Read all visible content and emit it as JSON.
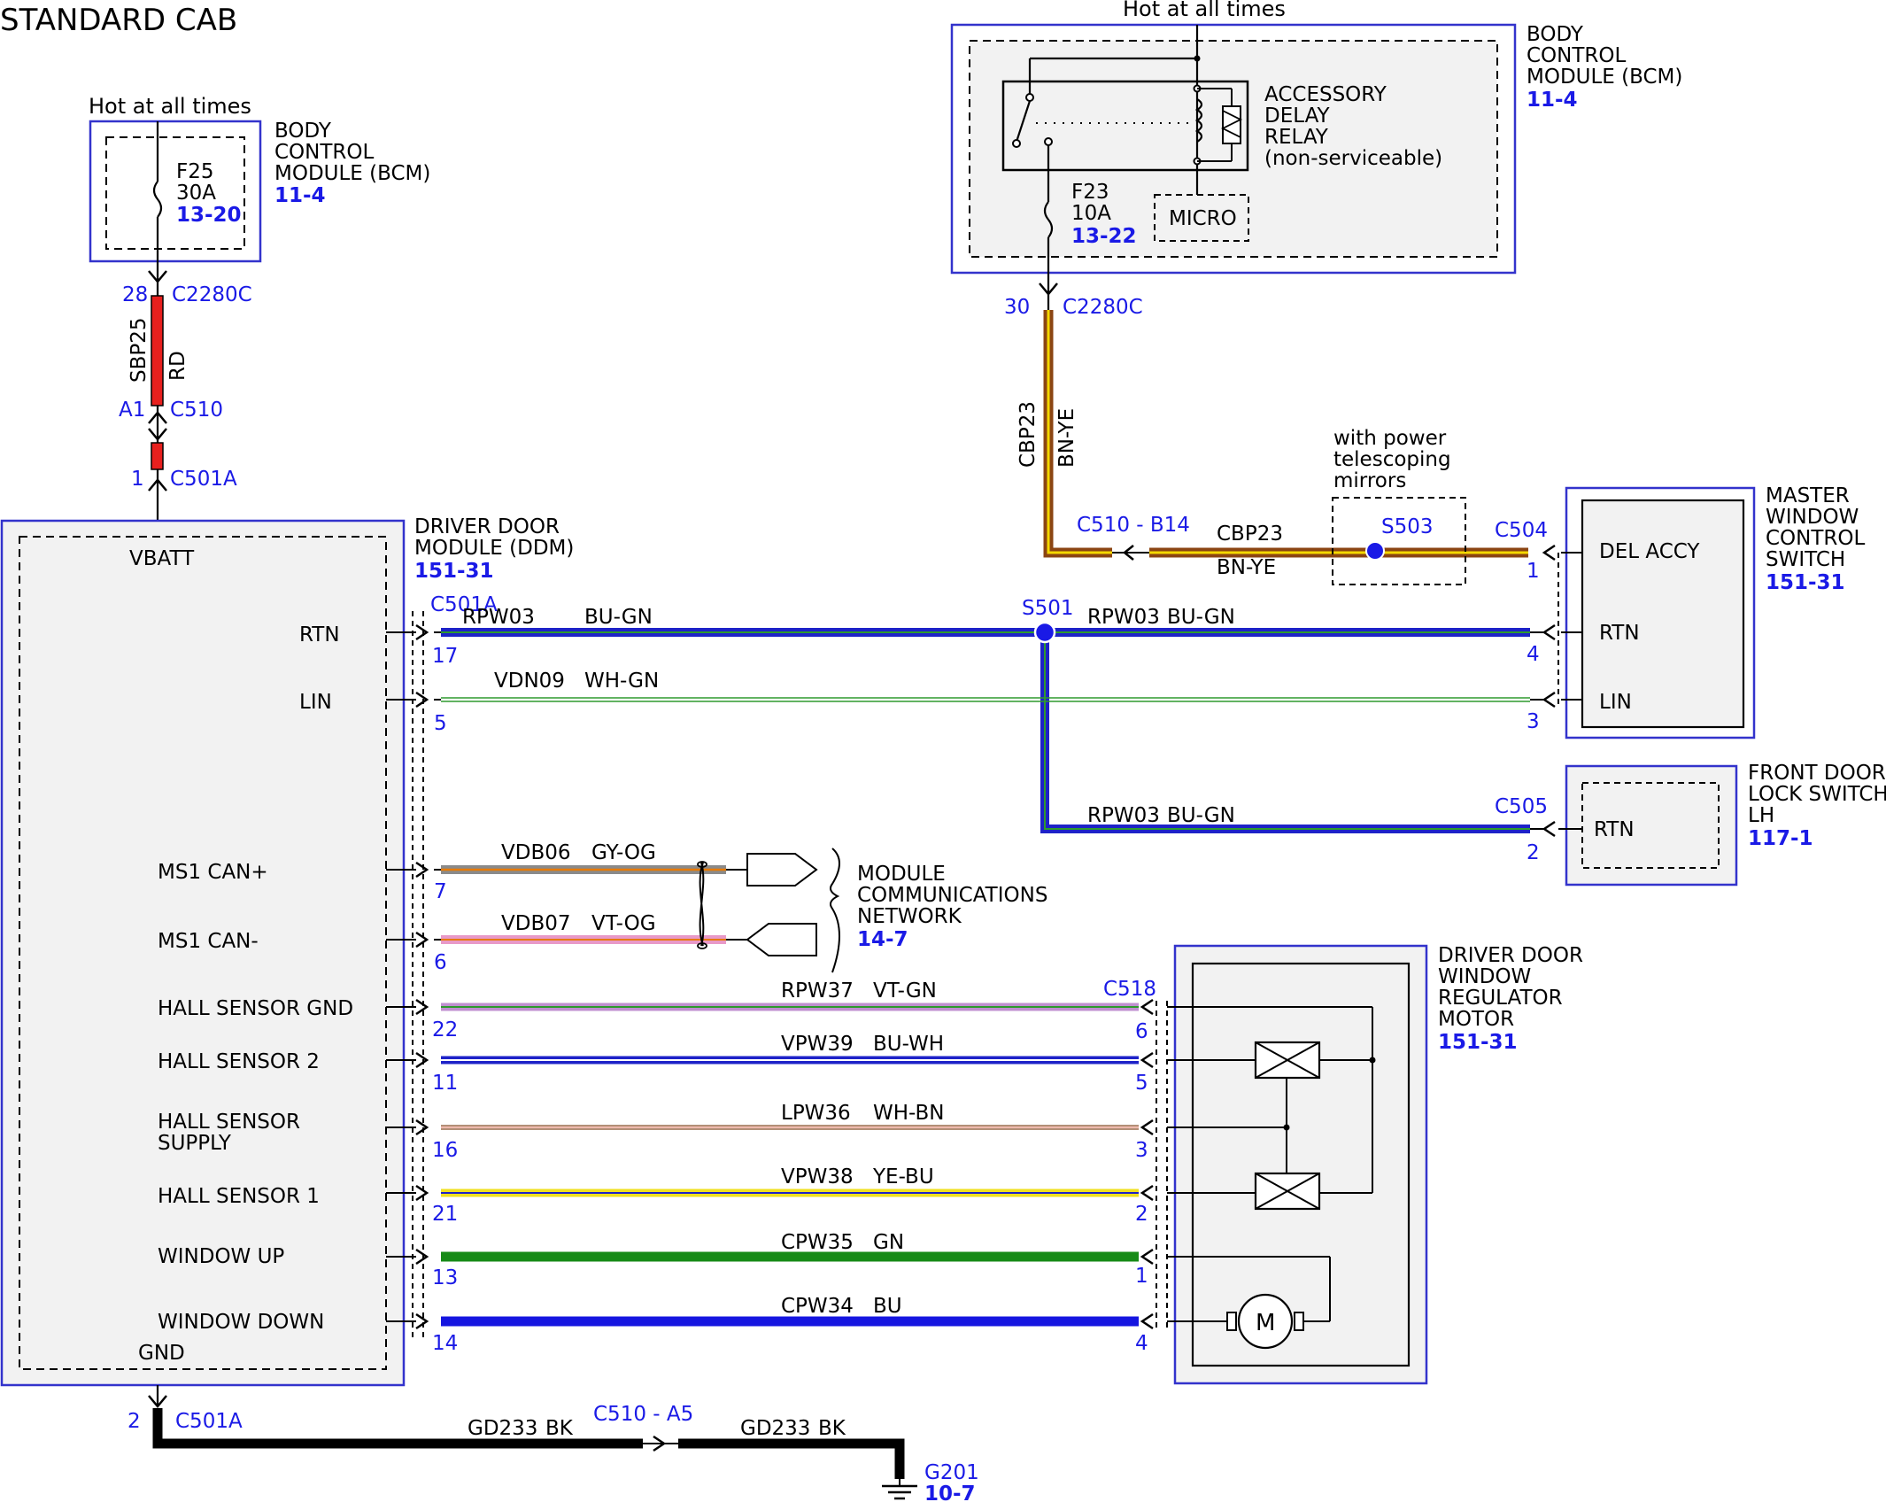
{
  "title": "STANDARD CAB",
  "colors": {
    "module_border": "#3333cc",
    "connector_label": "#1a1ae6",
    "module_fill": "#f2f2f2",
    "rd": "#e8201e",
    "bn_ye_base": "#8b4513",
    "bn_ye_stripe": "#f5d800",
    "bu_gn": "#1e22c8",
    "wh_gn": "#2e9a2e",
    "gy_og": "#8a8a8a",
    "vt_og": "#e899c8",
    "vt_gn": "#c090d0",
    "bu_wh": "#1e22c8",
    "wh_bn": "#9a6a4a",
    "ye_bu": "#f0e020",
    "gn": "#168a16",
    "bu": "#1515e0",
    "bk": "#000000"
  },
  "bcm_left": {
    "hot": "Hot at all times",
    "name1": "BODY",
    "name2": "CONTROL",
    "name3": "MODULE (BCM)",
    "ref": "11-4",
    "fuse": "F25",
    "amps": "30A",
    "fuse_ref": "13-20"
  },
  "bcm_right": {
    "hot": "Hot at all times",
    "name1": "BODY",
    "name2": "CONTROL",
    "name3": "MODULE (BCM)",
    "ref": "11-4",
    "relay1": "ACCESSORY",
    "relay2": "DELAY",
    "relay3": "RELAY",
    "relay4": "(non-serviceable)",
    "fuse": "F23",
    "amps": "10A",
    "fuse_ref": "13-22",
    "micro": "MICRO"
  },
  "feed": {
    "pin28": "28",
    "c2280c": "C2280C",
    "circuit": "SBP25",
    "color": "RD",
    "a1": "A1",
    "c510": "C510",
    "pin1": "1",
    "c501a": "C501A"
  },
  "acc_feed": {
    "pin30": "30",
    "c2280c": "C2280C",
    "circuit": "CBP23",
    "color": "BN-YE",
    "c510b14": "C510 - B14",
    "circuit2": "CBP23",
    "color2": "BN-YE",
    "mirrors1": "with power",
    "mirrors2": "telescoping",
    "mirrors3": "mirrors",
    "s503": "S503",
    "c504": "C504",
    "pin1": "1"
  },
  "ddm": {
    "name1": "DRIVER DOOR",
    "name2": "MODULE (DDM)",
    "ref": "151-31",
    "vbatt": "VBATT",
    "gnd": "GND",
    "c501a": "C501A",
    "pins": {
      "rtn": "RTN",
      "lin": "LIN",
      "can_p": "MS1 CAN+",
      "can_n": "MS1 CAN-",
      "hall_gnd": "HALL SENSOR GND",
      "hall2": "HALL SENSOR 2",
      "hall_sup1": "HALL SENSOR",
      "hall_sup2": "SUPPLY",
      "hall1": "HALL SENSOR 1",
      "win_up": "WINDOW UP",
      "win_down": "WINDOW DOWN"
    }
  },
  "wires": {
    "rtn": {
      "pin": "17",
      "circuit": "RPW03",
      "color": "BU-GN"
    },
    "rtn_r": {
      "circuit": "RPW03",
      "color": "BU-GN",
      "pin": "4"
    },
    "s501": "S501",
    "lin": {
      "pin": "5",
      "circuit": "VDN09",
      "color": "WH-GN",
      "rpin": "3"
    },
    "rtn_door": {
      "circuit": "RPW03",
      "color": "BU-GN",
      "conn": "C505",
      "pin": "2"
    },
    "canp": {
      "pin": "7",
      "circuit": "VDB06",
      "color": "GY-OG"
    },
    "cann": {
      "pin": "6",
      "circuit": "VDB07",
      "color": "VT-OG"
    },
    "hgnd": {
      "pin": "22",
      "circuit": "RPW37",
      "color": "VT-GN",
      "conn": "C518",
      "rpin": "6"
    },
    "h2": {
      "pin": "11",
      "circuit": "VPW39",
      "color": "BU-WH",
      "rpin": "5"
    },
    "hsup": {
      "pin": "16",
      "circuit": "LPW36",
      "color": "WH-BN",
      "rpin": "3"
    },
    "h1": {
      "pin": "21",
      "circuit": "VPW38",
      "color": "YE-BU",
      "rpin": "2"
    },
    "up": {
      "pin": "13",
      "circuit": "CPW35",
      "color": "GN",
      "rpin": "1"
    },
    "down": {
      "pin": "14",
      "circuit": "CPW34",
      "color": "BU",
      "rpin": "4"
    }
  },
  "mwcs": {
    "name1": "MASTER",
    "name2": "WINDOW",
    "name3": "CONTROL",
    "name4": "SWITCH",
    "ref": "151-31",
    "del": "DEL ACCY",
    "rtn": "RTN",
    "lin": "LIN"
  },
  "fdls": {
    "name1": "FRONT DOOR",
    "name2": "LOCK SWITCH",
    "name3": "LH",
    "ref": "117-1",
    "rtn": "RTN"
  },
  "mcn": {
    "name1": "MODULE",
    "name2": "COMMUNICATIONS",
    "name3": "NETWORK",
    "ref": "14-7"
  },
  "motor": {
    "name1": "DRIVER DOOR",
    "name2": "WINDOW",
    "name3": "REGULATOR",
    "name4": "MOTOR",
    "ref": "151-31",
    "m": "M"
  },
  "ground": {
    "pin": "2",
    "c501a": "C501A",
    "circuit1": "GD233",
    "color1": "BK",
    "c510a5": "C510 - A5",
    "circuit2": "GD233",
    "color2": "BK",
    "g201": "G201",
    "ref": "10-7"
  }
}
